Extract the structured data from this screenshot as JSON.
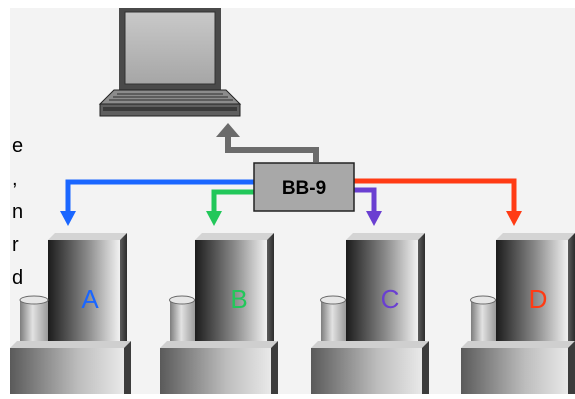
{
  "hub": {
    "label": "BB-9"
  },
  "side_text": [
    "e",
    ",",
    "n",
    "r",
    "d"
  ],
  "machines": [
    {
      "label": "A",
      "color": "#1a66ff"
    },
    {
      "label": "B",
      "color": "#22c75a"
    },
    {
      "label": "C",
      "color": "#6a3fd1"
    },
    {
      "label": "D",
      "color": "#ff3b14"
    }
  ],
  "colors": {
    "uplink": "#6b6b6b",
    "background": "#f3f3f3",
    "hub_fill": "#a8a8a8"
  },
  "icons": {
    "computer": "laptop-icon",
    "server": "server-icon"
  }
}
